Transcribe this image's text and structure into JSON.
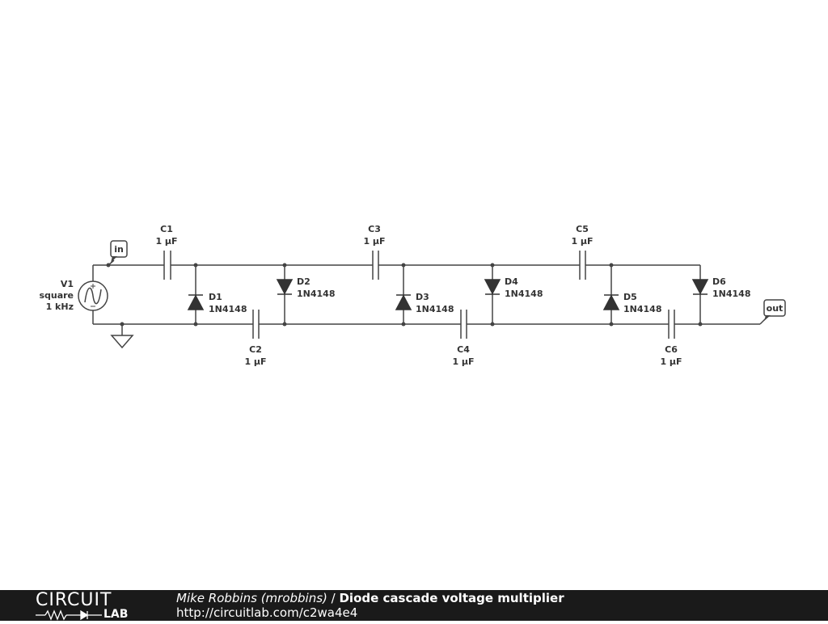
{
  "source": {
    "name": "V1",
    "waveform": "square",
    "frequency": "1 kHz"
  },
  "ports": {
    "input": "in",
    "output": "out"
  },
  "capacitors": [
    {
      "ref": "C1",
      "value": "1 µF"
    },
    {
      "ref": "C2",
      "value": "1 µF"
    },
    {
      "ref": "C3",
      "value": "1 µF"
    },
    {
      "ref": "C4",
      "value": "1 µF"
    },
    {
      "ref": "C5",
      "value": "1 µF"
    },
    {
      "ref": "C6",
      "value": "1 µF"
    }
  ],
  "diodes": [
    {
      "ref": "D1",
      "part": "1N4148"
    },
    {
      "ref": "D2",
      "part": "1N4148"
    },
    {
      "ref": "D3",
      "part": "1N4148"
    },
    {
      "ref": "D4",
      "part": "1N4148"
    },
    {
      "ref": "D5",
      "part": "1N4148"
    },
    {
      "ref": "D6",
      "part": "1N4148"
    }
  ],
  "footer": {
    "logo_top": "CIRCUIT",
    "logo_bottom": "LAB",
    "author": "Mike Robbins (mrobbins)",
    "separator": " / ",
    "title": "Diode cascade voltage multiplier",
    "url": "http://circuitlab.com/c2wa4e4"
  },
  "colors": {
    "wire": "#444444",
    "text": "#333333",
    "footer_bg": "#1a1a1a",
    "footer_text": "#ffffff"
  }
}
